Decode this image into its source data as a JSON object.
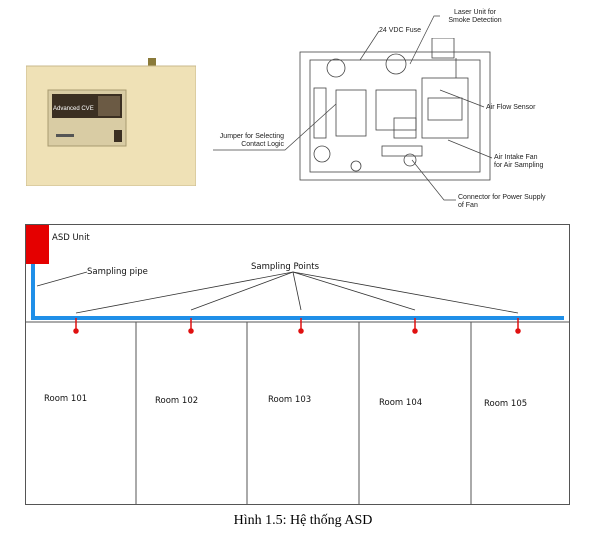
{
  "device_photo": {
    "brand_text": "Advanced CVE",
    "body_color": "#efe1b6"
  },
  "schematic": {
    "labels": {
      "laser": "Laser Unit for\nSmoke Detection",
      "fuse": "24 VDC Fuse",
      "airflow": "Air Flow Sensor",
      "jumper": "Jumper for Selecting\nContact Logic",
      "fan": "Air Intake Fan\nfor Air Sampling",
      "connector": "Connector for Power Supply\nof Fan"
    }
  },
  "system": {
    "asd_unit": "ASD Unit",
    "sampling_pipe": "Sampling pipe",
    "sampling_points": "Sampling Points",
    "rooms": [
      "Room 101",
      "Room 102",
      "Room 103",
      "Room 104",
      "Room 105"
    ],
    "colors": {
      "unit": "#e50000",
      "pipe": "#1f8fe8",
      "point": "#e01010"
    }
  },
  "caption": "Hình 1.5: Hệ thống ASD"
}
